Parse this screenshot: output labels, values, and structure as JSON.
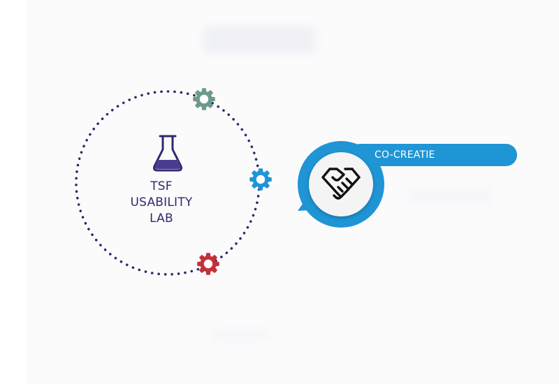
{
  "lab": {
    "title_lines": [
      "TSF",
      "USABILITY",
      "LAB"
    ],
    "icon": "flask-icon"
  },
  "badge": {
    "label": "CO-CREATIE",
    "icon": "handshake-icon"
  },
  "gears": [
    {
      "name": "gear-icon-green",
      "color": "#6f9a8a"
    },
    {
      "name": "gear-icon-blue",
      "color": "#1f95d6"
    },
    {
      "name": "gear-icon-red",
      "color": "#c4303a"
    }
  ],
  "colors": {
    "navy": "#2e2a6e",
    "blue": "#1f95d6",
    "flask_fill": "#4a3d8f",
    "green": "#6f9a8a",
    "red": "#c4303a"
  }
}
